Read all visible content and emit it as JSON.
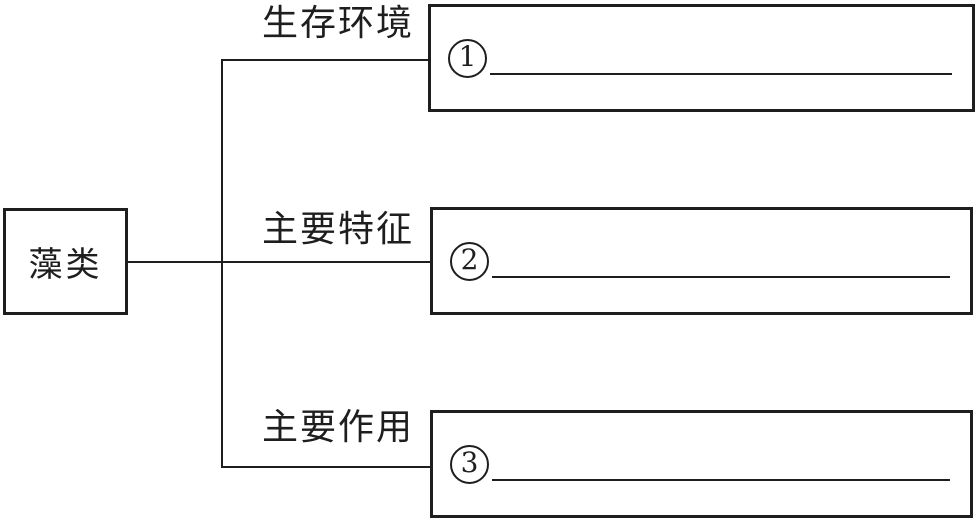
{
  "diagram": {
    "background": "#ffffff",
    "line_color": "#1e1e1e",
    "root": {
      "label": "藻类"
    },
    "branches": [
      {
        "label": "生存环境",
        "number": "1",
        "circled_glyph": "①",
        "blank": ""
      },
      {
        "label": "主要特征",
        "number": "2",
        "circled_glyph": "②",
        "blank": ""
      },
      {
        "label": "主要作用",
        "number": "3",
        "circled_glyph": "③",
        "blank": ""
      }
    ]
  }
}
